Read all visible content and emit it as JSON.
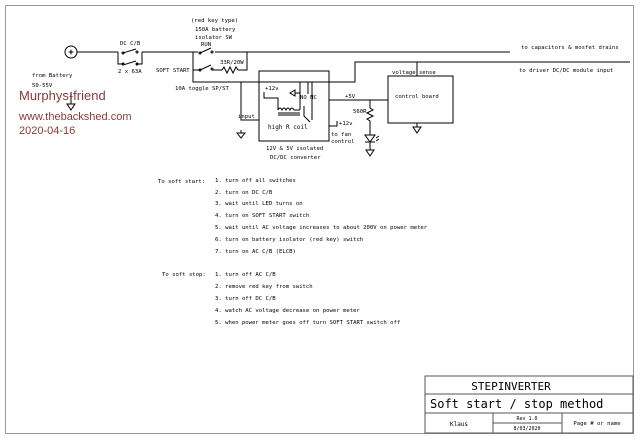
{
  "watermark": {
    "name": "Murphys-friend",
    "site": "www.thebackshed.com",
    "date": "2020-04-16",
    "color": "#8b3a3a"
  },
  "schematic": {
    "battery_terminal_symbol": "+",
    "battery_label_1": "from Battery",
    "battery_label_2": "50-55V",
    "dc_cb_label": "DC C/B",
    "dc_cb_rating": "2 x 63A",
    "isolator_label_1": "(red key type)",
    "isolator_label_2": "150A battery",
    "isolator_label_3": "isolator SW",
    "run_label": "RUN",
    "soft_start_label": "SOFT START",
    "resistor_label": "33R/20W",
    "toggle_label": "10A toggle SP/ST",
    "input_label": "input",
    "coil_label": "high R coil",
    "plus12_label": "+12v",
    "plus12_fan_label": "+12v",
    "no_nc_label": "NO NC",
    "converter_label_1": "12V & 5V isolated",
    "converter_label_2": "DC/DC converter",
    "fan_label_1": "to fan",
    "fan_label_2": "control",
    "plus5_label": "+5V",
    "led_resistor_label": "560R",
    "voltage_sense_label": "voltage sense",
    "control_board_label": "control board",
    "out_caps_label": "to capacitors & mosfet drains",
    "out_driver_label": "to driver DC/DC module input"
  },
  "soft_start": {
    "heading": "To soft start:",
    "steps": [
      "1. turn off all switches",
      "2. turn on DC C/B",
      "3. wait until LED turns on",
      "4. turn on SOFT START switch",
      "5. wait until AC voltage increases to about 200V on power meter",
      "6. turn on battery isolator (red key) switch",
      "7. turn on AC C/B (ELCB)"
    ]
  },
  "soft_stop": {
    "heading": "To soft stop:",
    "steps": [
      "1. turn off AC C/B",
      "2. remove red key from switch",
      "3. turn off DC C/B",
      "4. watch AC voltage decrease on power meter",
      "5. when power meter goes off turn SOFT START switch off"
    ]
  },
  "title_block": {
    "project": "STEPINVERTER",
    "title": "Soft start / stop method",
    "author": "Klaus",
    "revision": "Rev 1.0",
    "date": "8/03/2020",
    "page": "Page # or name"
  }
}
